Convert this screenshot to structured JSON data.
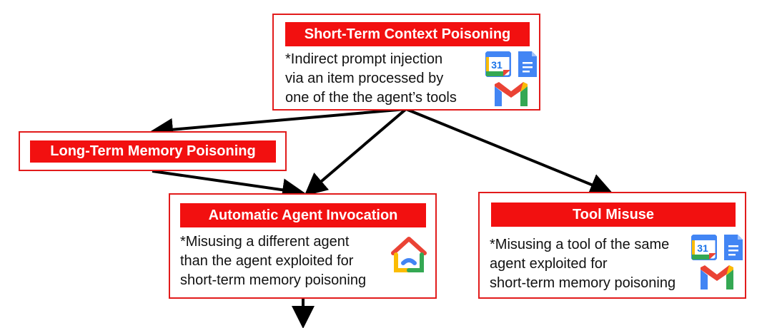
{
  "diagram": {
    "nodes": {
      "short_term": {
        "title": "Short-Term Context Poisoning",
        "lines": [
          "*Indirect prompt injection",
          "via an item processed by",
          "one of the the agent’s tools"
        ],
        "icons": [
          "google-calendar-icon",
          "google-docs-icon",
          "gmail-icon"
        ]
      },
      "long_term": {
        "title": "Long-Term Memory Poisoning"
      },
      "agent_invocation": {
        "title": "Automatic Agent Invocation",
        "lines": [
          "*Misusing a different agent",
          "than the agent exploited for",
          "short-term memory poisoning"
        ],
        "icons": [
          "google-home-icon"
        ]
      },
      "tool_misuse": {
        "title": "Tool Misuse",
        "lines": [
          "*Misusing a tool of the same",
          "agent exploited for",
          "short-term memory poisoning"
        ],
        "icons": [
          "google-calendar-icon",
          "google-docs-icon",
          "gmail-icon"
        ]
      }
    },
    "edges": [
      {
        "from": "short_term",
        "to": "long_term"
      },
      {
        "from": "short_term",
        "to": "agent_invocation"
      },
      {
        "from": "short_term",
        "to": "tool_misuse"
      },
      {
        "from": "long_term",
        "to": "agent_invocation"
      },
      {
        "from": "agent_invocation",
        "to": "continuation"
      }
    ],
    "colors": {
      "border": "#e21b1b",
      "banner": "#f21010",
      "banner_text": "#ffffff",
      "arrow": "#000000"
    },
    "calendar_day": "31"
  }
}
